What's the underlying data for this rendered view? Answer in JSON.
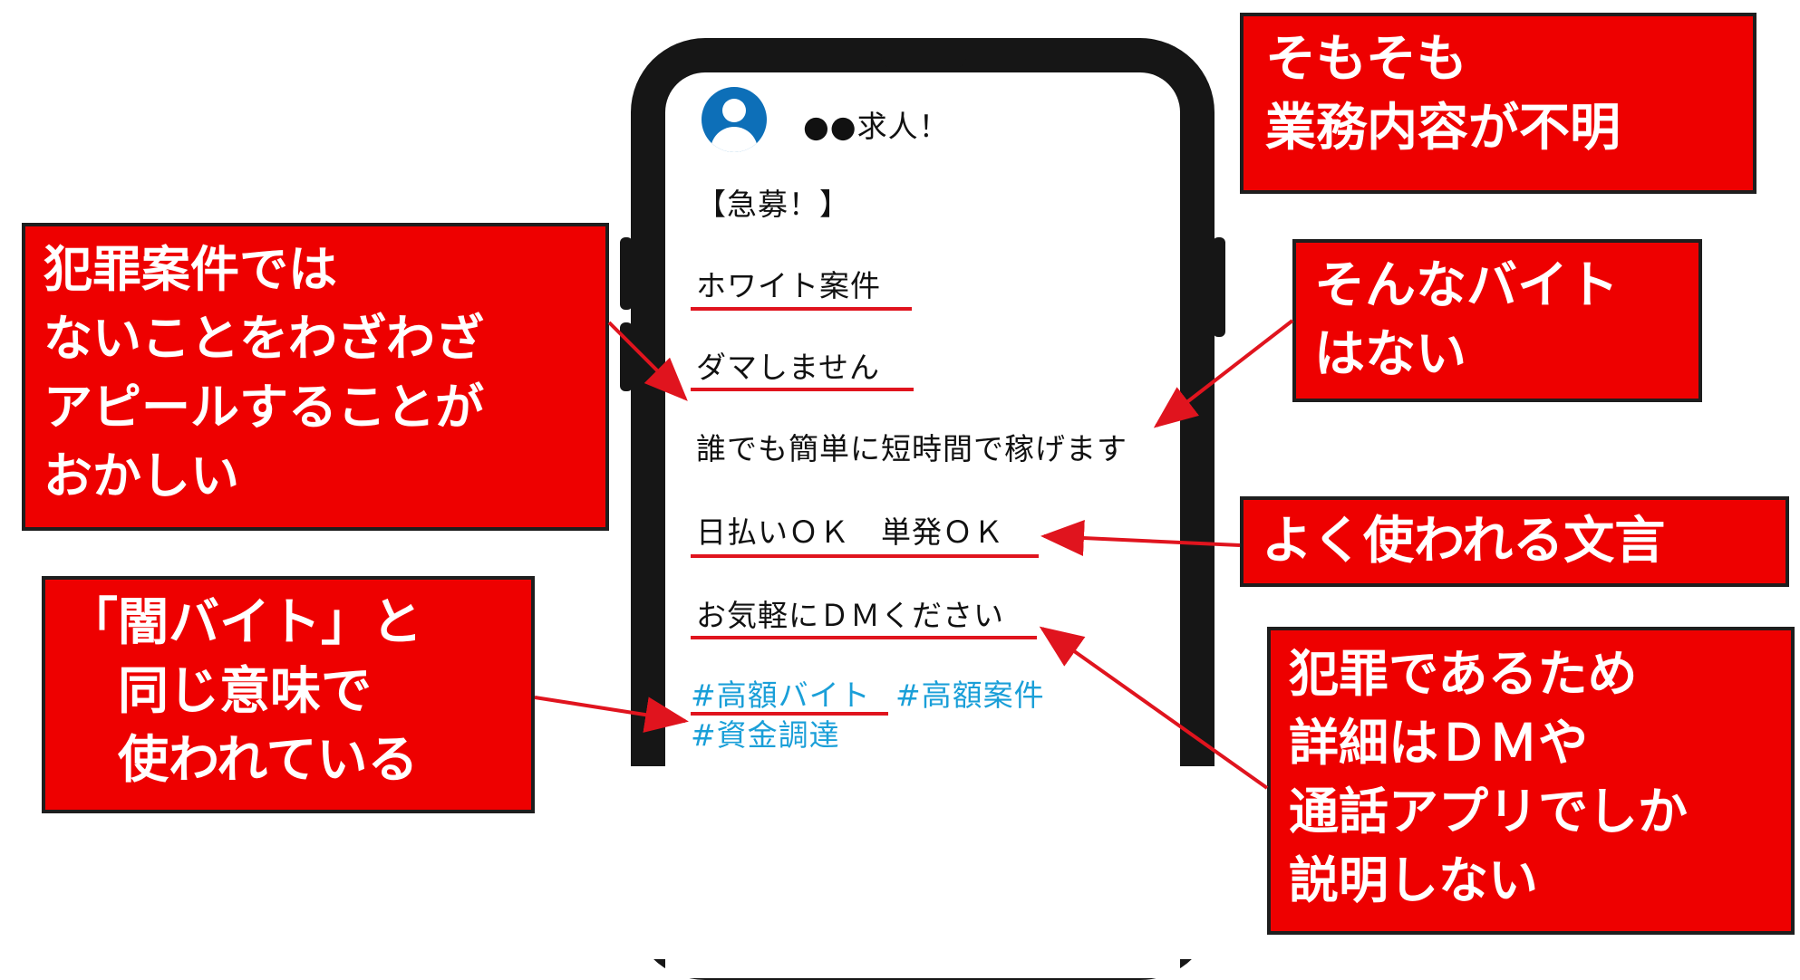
{
  "post": {
    "account_name": "●●求人！",
    "headline": "【急募！】",
    "lines": [
      "ホワイト案件",
      "ダマしません",
      "誰でも簡単に短時間で稼げます",
      "日払いＯＫ　単発ＯＫ",
      "お気軽にＤＭください"
    ],
    "hashtags": [
      "#高額バイト",
      "#高額案件",
      "#資金調達"
    ]
  },
  "callouts": {
    "top_right": [
      "そもそも",
      "業務内容が不明"
    ],
    "left_top": [
      "犯罪案件では",
      "ないことをわざわざ",
      "アピールすることが",
      "おかしい"
    ],
    "right_mid": [
      "そんなバイト",
      "はない"
    ],
    "right_phrase": [
      "よく使われる文言"
    ],
    "left_bottom": [
      "「闇バイト」と",
      "　同じ意味で",
      "　使われている"
    ],
    "right_bottom": [
      "犯罪であるため",
      "詳細はＤＭや",
      "通話アプリでしか",
      "説明しない"
    ]
  },
  "colors": {
    "callout_bg": "#ee0000",
    "underline": "#e0141e",
    "hashtag": "#1a9fd8",
    "avatar": "#0d6fb8",
    "phone": "#161616"
  },
  "icons": [
    "avatar-person-icon"
  ]
}
